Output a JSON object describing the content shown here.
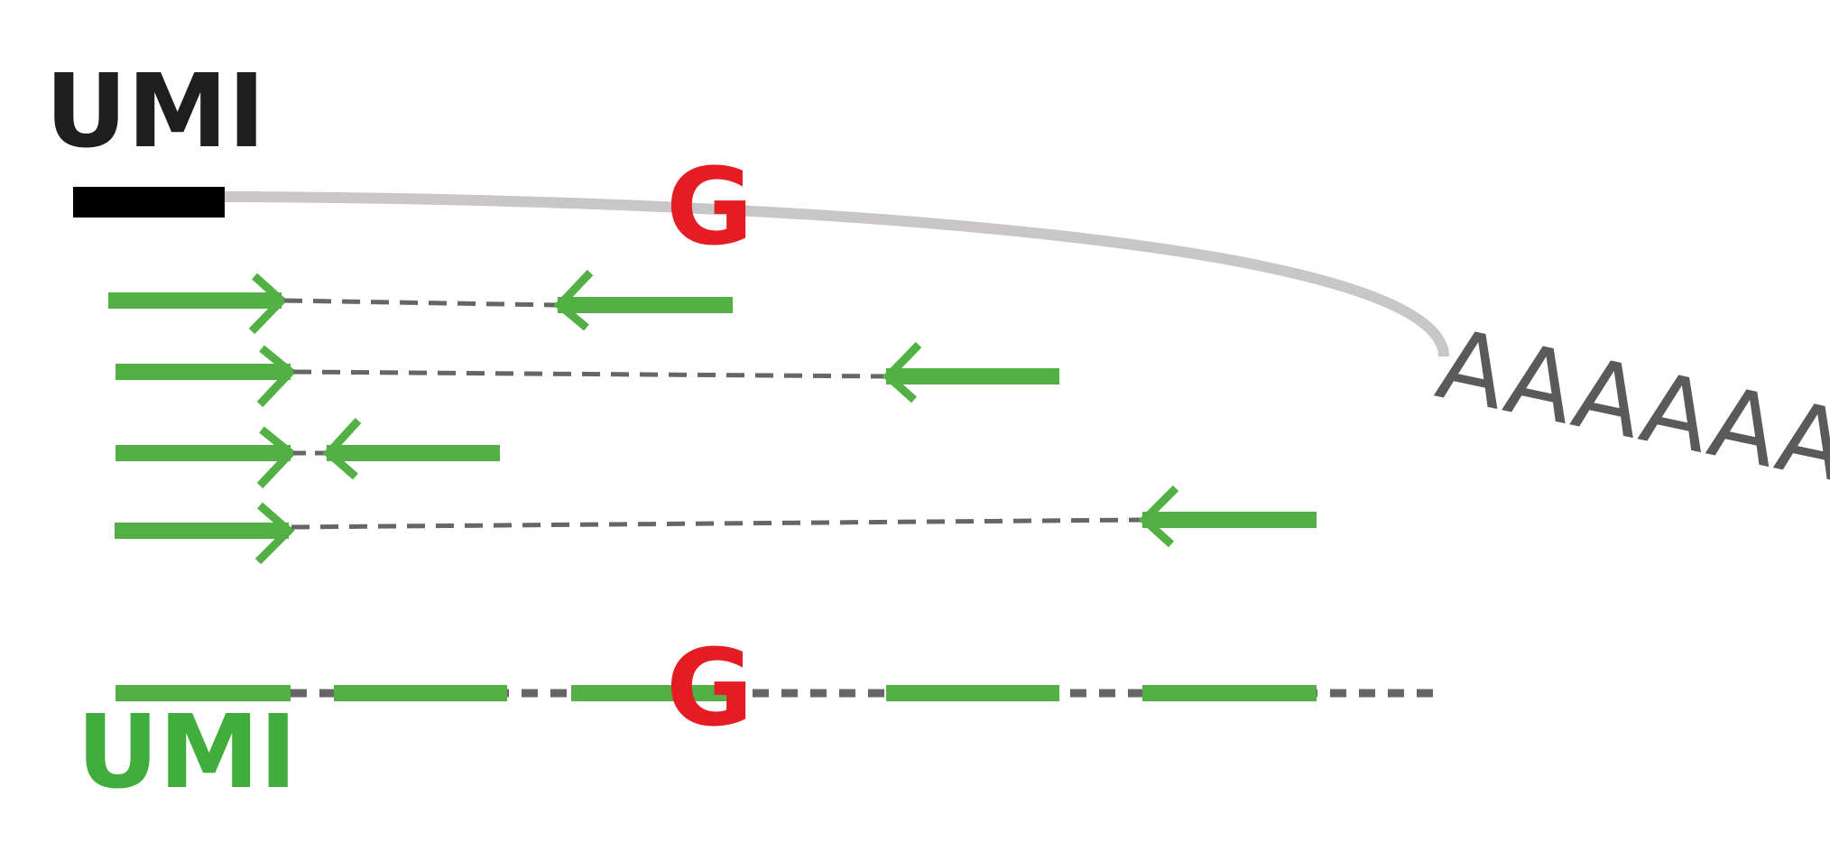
{
  "labels": {
    "umi_top": "UMI",
    "umi_bottom": "UMI",
    "mutation_top": "G",
    "mutation_bottom": "G",
    "poly_a": "AAAAAA"
  },
  "colors": {
    "umi_bar": "#000000",
    "transcript": "#c8c6c6",
    "read": "#52b044",
    "umi_bottom_text": "#3fae3c",
    "mutation": "#e41d24",
    "dashed": "#666666",
    "poly_a": "#5a5a5a",
    "umi_top_text": "#1e1e1e"
  }
}
